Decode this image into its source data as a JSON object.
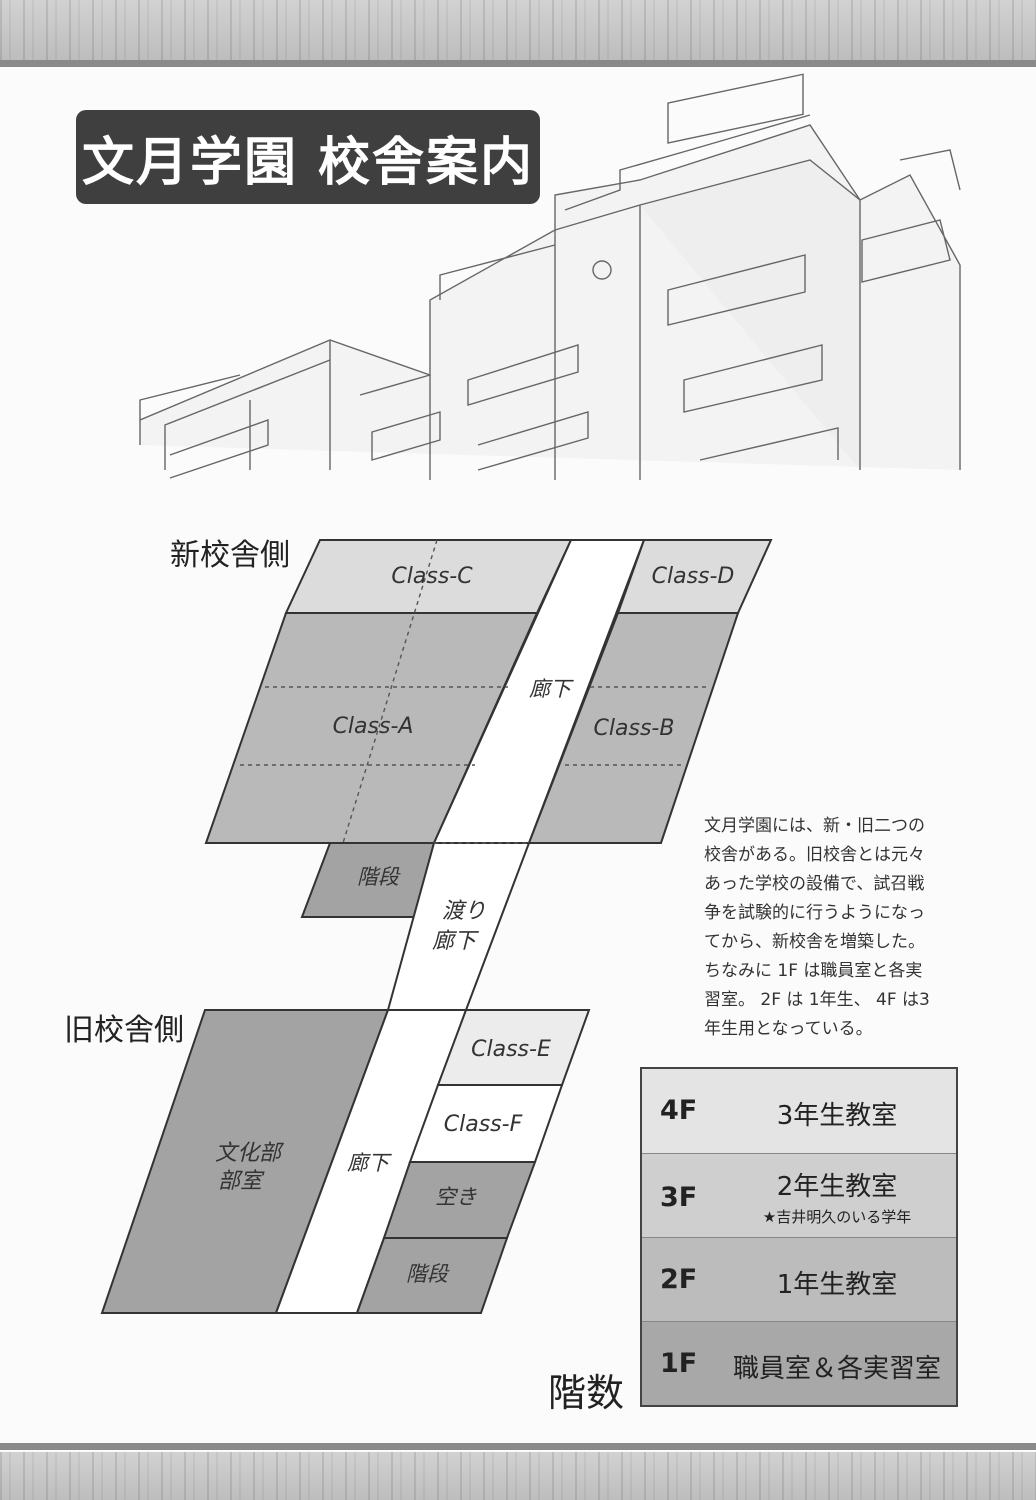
{
  "title": "文月学園 校舎案内",
  "side_labels": {
    "new_building": "新校舎側",
    "old_building": "旧校舎側",
    "floor_count": "階数"
  },
  "new_building": {
    "class_c": "Class-C",
    "class_d": "Class-D",
    "class_a": "Class-A",
    "class_b": "Class-B",
    "corridor": "廊下",
    "stairs": "階段"
  },
  "bridge": {
    "label_line1": "渡り",
    "label_line2": "廊下"
  },
  "old_building": {
    "club_line1": "文化部",
    "club_line2": "部室",
    "corridor": "廊下",
    "class_e": "Class-E",
    "class_f": "Class-F",
    "vacant": "空き",
    "stairs": "階段"
  },
  "note": {
    "lines": [
      "文月学園には、新・旧二つの",
      "校舎がある。旧校舎とは元々",
      "あった学校の設備で、試召戦",
      "争を試験的に行うようになっ",
      "てから、新校舎を増築した。",
      "ちなみに 1F は職員室と各実",
      "習室。 2F は 1年生、 4F は3",
      "年生用となっている。"
    ]
  },
  "floors": [
    {
      "floor": "4F",
      "use": "3年生教室",
      "sub": "",
      "fill": "#e4e4e4"
    },
    {
      "floor": "3F",
      "use": "2年生教室",
      "sub": "★吉井明久のいる学年",
      "fill": "#cfcfcf"
    },
    {
      "floor": "2F",
      "use": "1年生教室",
      "sub": "",
      "fill": "#bcbcbc"
    },
    {
      "floor": "1F",
      "use": "職員室＆各実習室",
      "sub": "",
      "fill": "#a8a8a8"
    }
  ],
  "colors": {
    "light_room": "#dcdcdc",
    "mid_room": "#b9b9b9",
    "dark_room": "#a3a3a3",
    "corridor": "#ffffff",
    "outline": "#333333"
  }
}
